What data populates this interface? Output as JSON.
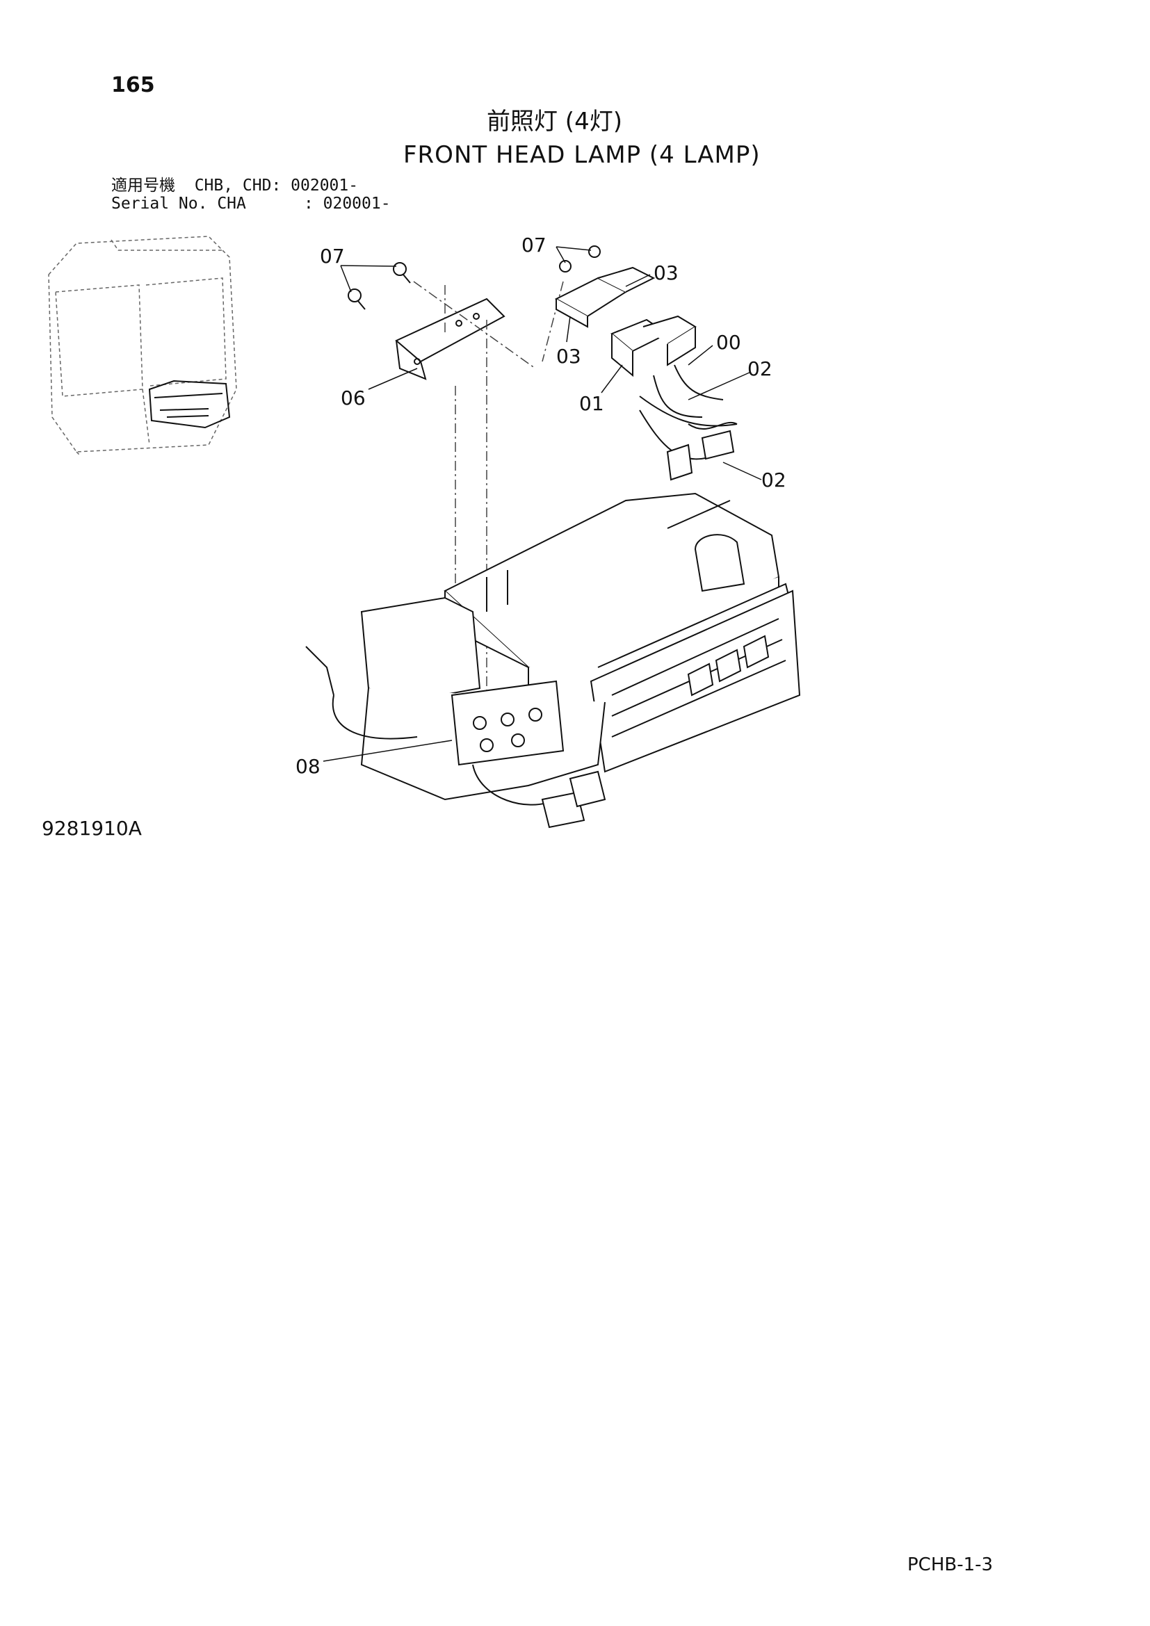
{
  "header": {
    "page_number": "165",
    "title_jp": "前照灯 (4灯)",
    "title_en": "FRONT HEAD LAMP (4 LAMP)",
    "serial_line_1": "適用号機  CHB, CHD: 002001-",
    "serial_line_2": "Serial No. CHA      : 020001-"
  },
  "callouts": {
    "c07a": "07",
    "c07b": "07",
    "c03a": "03",
    "c03b": "03",
    "c00": "00",
    "c02a": "02",
    "c01": "01",
    "c06": "06",
    "c02b": "02",
    "c08": "08"
  },
  "footer": {
    "drawing_code": "9281910A",
    "sheet_code": "PCHB-1-3"
  }
}
